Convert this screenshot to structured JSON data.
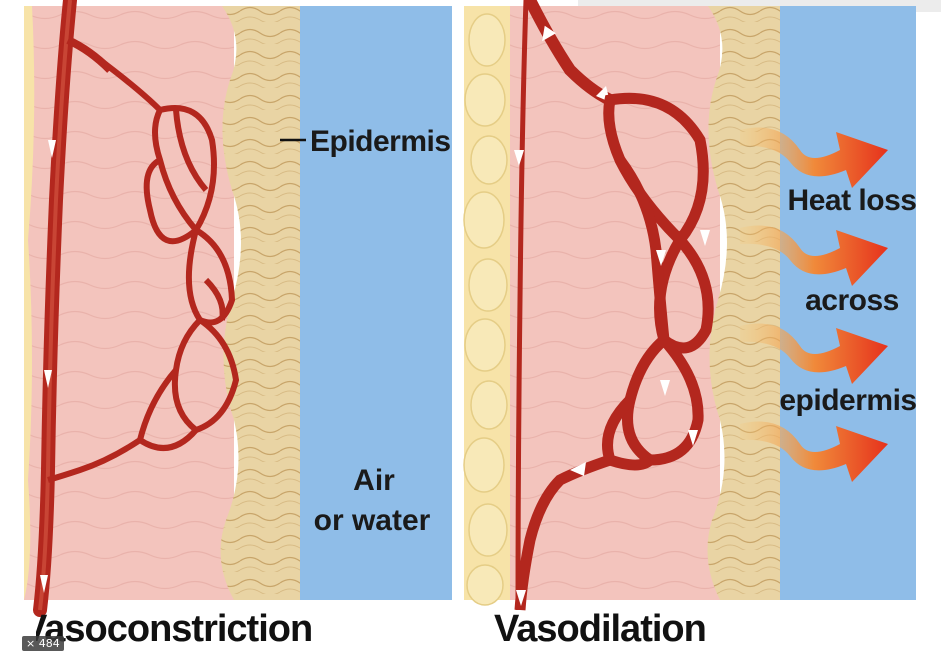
{
  "left_panel": {
    "epidermis_label": "Epidermis",
    "air_label_line1": "Air",
    "air_label_line2": "or water",
    "caption": "Vasoconstriction"
  },
  "right_panel": {
    "heat_label_lines": [
      "Heat loss",
      "across",
      "epidermis"
    ],
    "caption": "Vasodilation"
  },
  "image_size_badge": "× 484",
  "colors": {
    "dermis": "#f3c4bd",
    "epidermis": "#e6d0a0",
    "outside": "#8fbde8",
    "vessel": "#b3271e",
    "heat_arrow": "#e8431f"
  }
}
